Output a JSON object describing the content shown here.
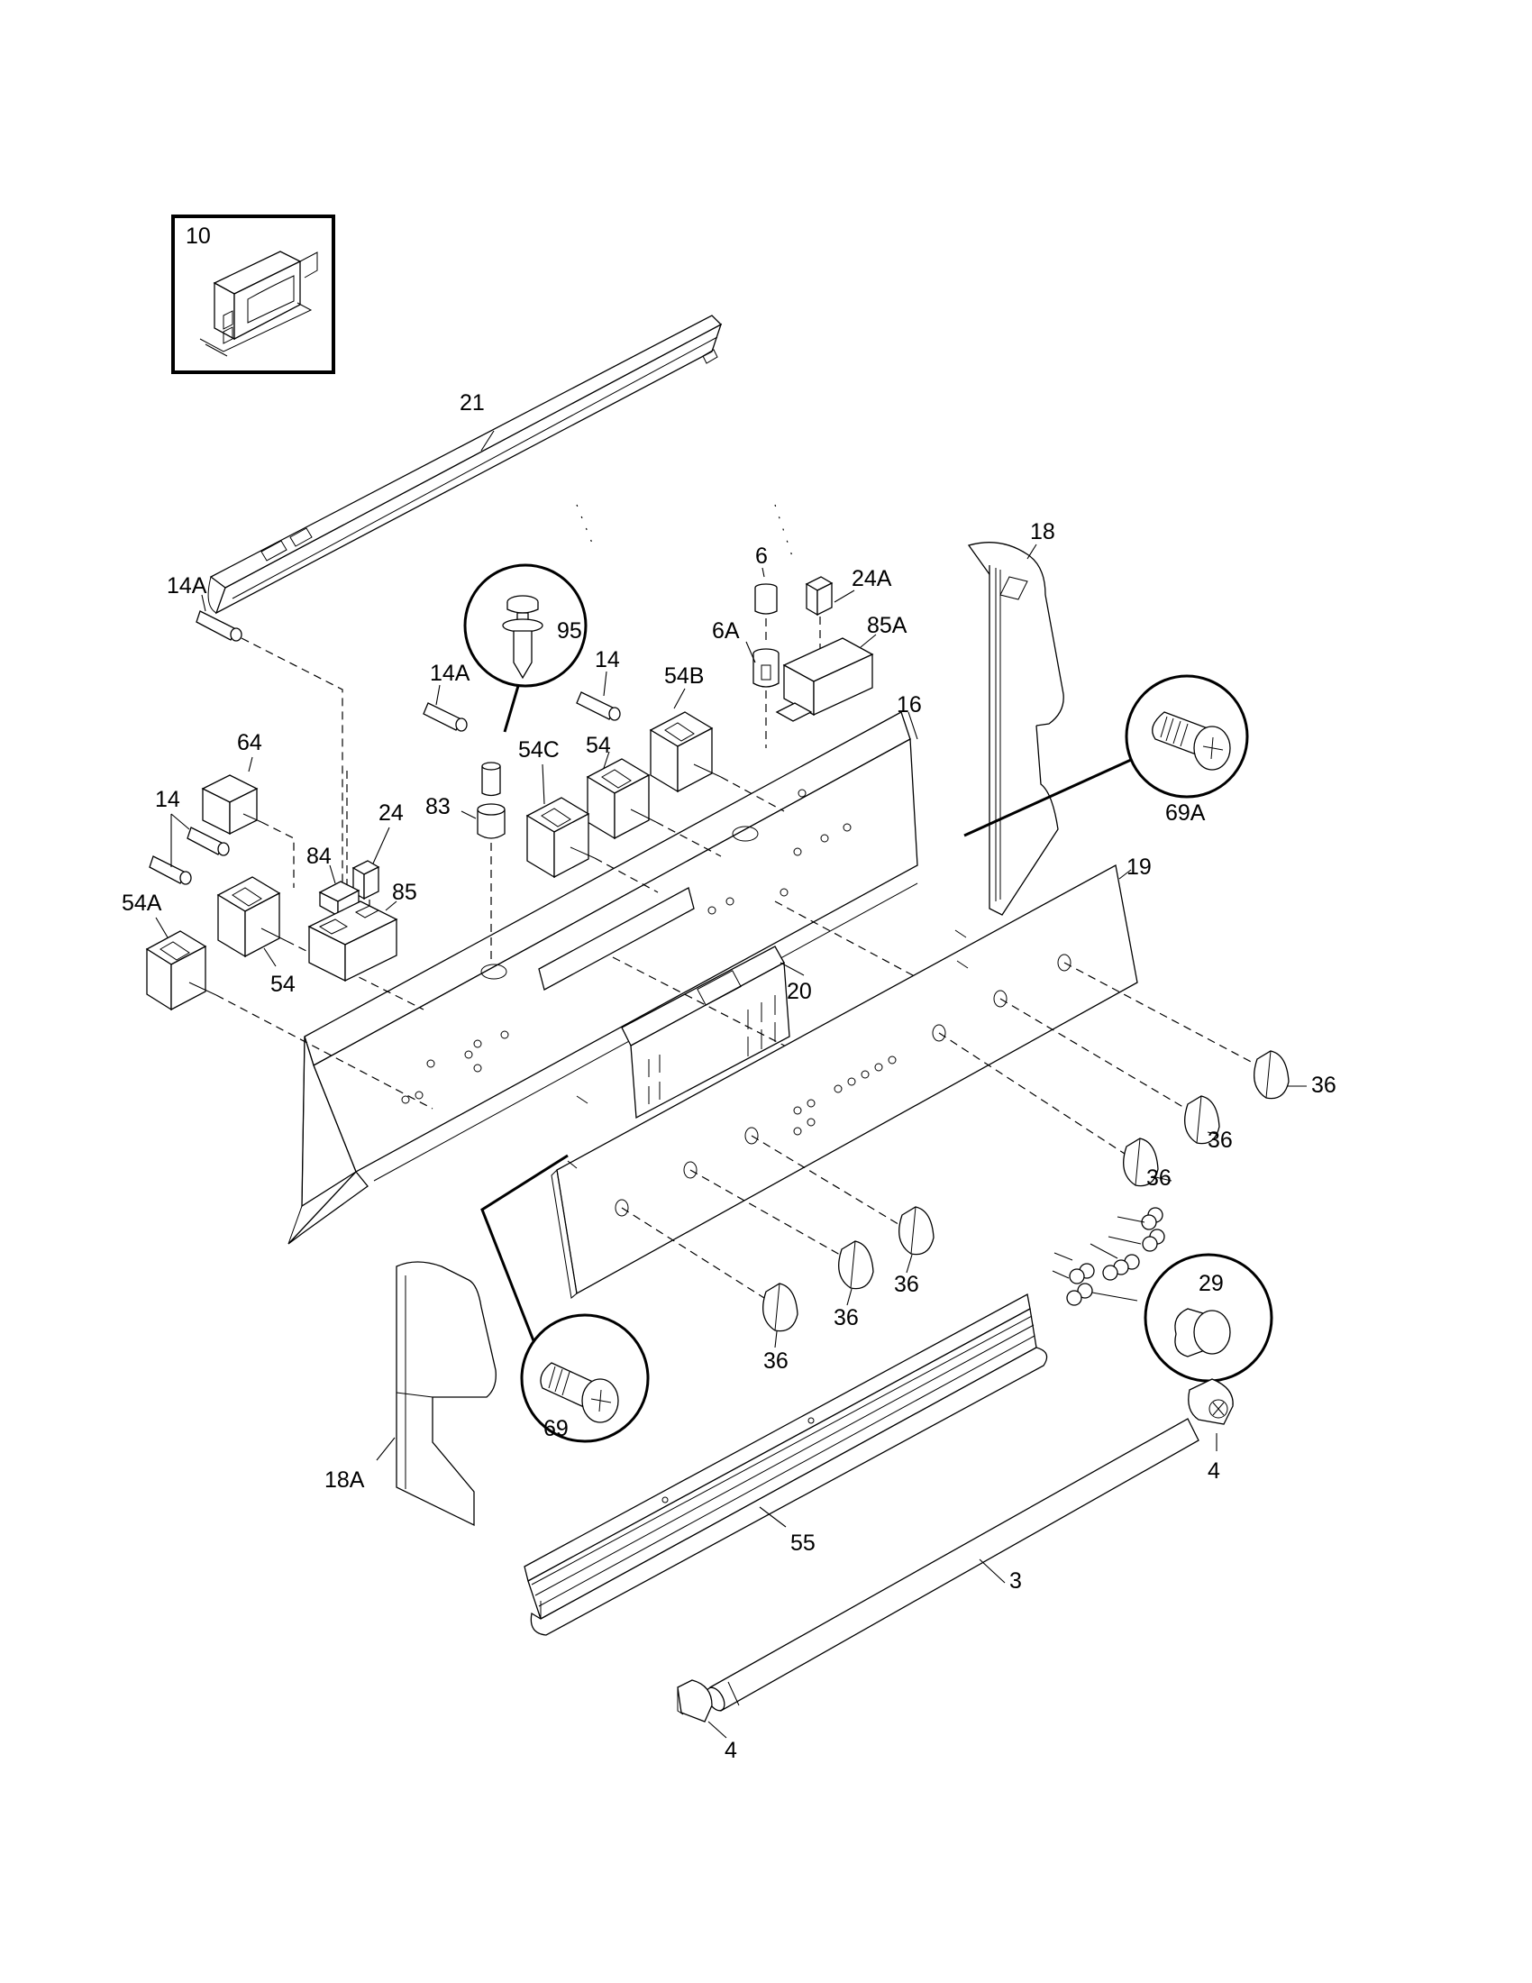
{
  "diagram": {
    "type": "exploded-parts-diagram",
    "subject": "Range backguard / control panel assembly",
    "inset": {
      "label": "10",
      "part": "transformer"
    },
    "callouts": [
      {
        "label": "95",
        "part": "push-pin fastener"
      },
      {
        "label": "69A",
        "part": "phillips screw"
      },
      {
        "label": "69",
        "part": "phillips screw"
      },
      {
        "label": "29",
        "part": "indicator lens / plug button"
      }
    ],
    "labels": {
      "l21": "21",
      "l18": "18",
      "l18A": "18A",
      "l14A_left": "14A",
      "l14A_mid": "14A",
      "l14_mid": "14",
      "l14_left": "14",
      "l6": "6",
      "l6A": "6A",
      "l24A": "24A",
      "l85A": "85A",
      "l16": "16",
      "l54B": "54B",
      "l54": "54",
      "l54C": "54C",
      "l83": "83",
      "l64": "64",
      "l24": "24",
      "l84": "84",
      "l85": "85",
      "l54A": "54A",
      "l54_low": "54",
      "l20": "20",
      "l19": "19",
      "l36_a": "36",
      "l36_b": "36",
      "l36_c": "36",
      "l36_d": "36",
      "l36_e": "36",
      "l36_f": "36",
      "l55": "55",
      "l3": "3",
      "l4_right": "4",
      "l4_left": "4"
    }
  }
}
